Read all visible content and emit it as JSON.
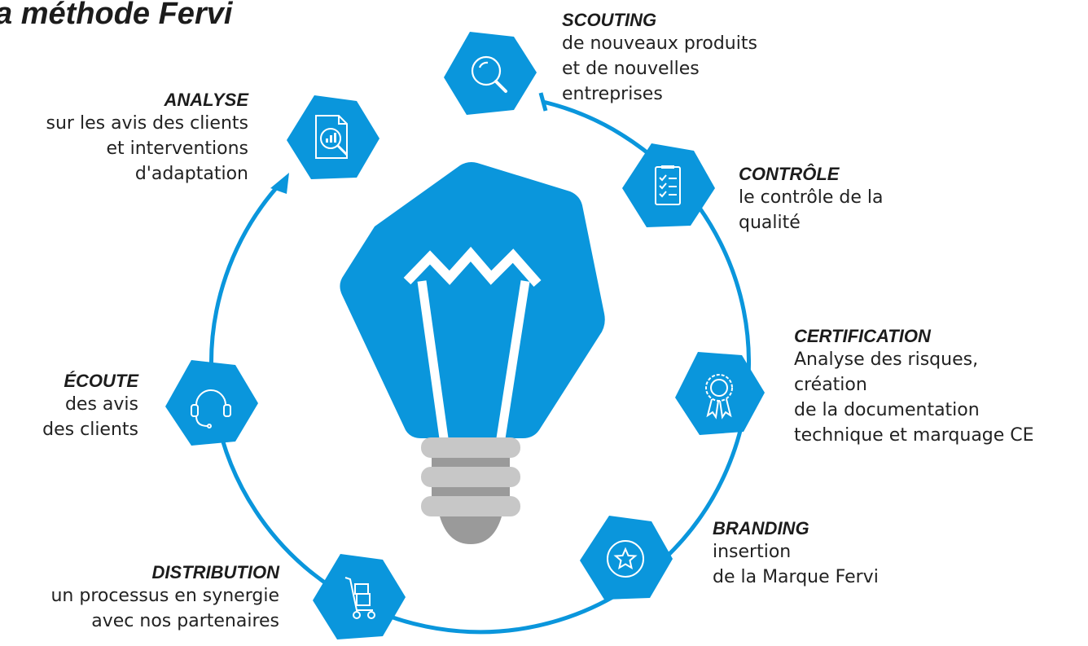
{
  "title": "a méthode Fervi",
  "colors": {
    "accent": "#0a96dc",
    "bulb_base": "#c7c7c7",
    "bulb_base_shadow": "#9a9a9a",
    "text": "#222222"
  },
  "steps": [
    {
      "id": "scouting",
      "heading": "SCOUTING",
      "lines": [
        "de nouveaux produits",
        "et de nouvelles",
        "entreprises"
      ],
      "icon": "magnifier-icon"
    },
    {
      "id": "controle",
      "heading": "CONTRÔLE",
      "lines": [
        "le contrôle de la",
        "qualité"
      ],
      "icon": "checklist-icon"
    },
    {
      "id": "certification",
      "heading": "CERTIFICATION",
      "lines": [
        "Analyse des risques,",
        "création",
        "de la documentation",
        "technique et marquage CE"
      ],
      "icon": "award-ribbon-icon"
    },
    {
      "id": "branding",
      "heading": "BRANDING",
      "lines": [
        "insertion",
        "de la Marque Fervi"
      ],
      "icon": "star-badge-icon"
    },
    {
      "id": "distribution",
      "heading": "DISTRIBUTION",
      "lines": [
        "un processus en synergie",
        "avec nos partenaires"
      ],
      "icon": "hand-truck-icon"
    },
    {
      "id": "ecoute",
      "heading": "ÉCOUTE",
      "lines": [
        "des avis",
        "des clients"
      ],
      "icon": "headset-icon"
    },
    {
      "id": "analyse",
      "heading": "ANALYSE",
      "lines": [
        "sur les avis des clients",
        "et interventions",
        "d'adaptation"
      ],
      "icon": "report-analysis-icon"
    }
  ],
  "center_icon": "lightbulb-icon"
}
